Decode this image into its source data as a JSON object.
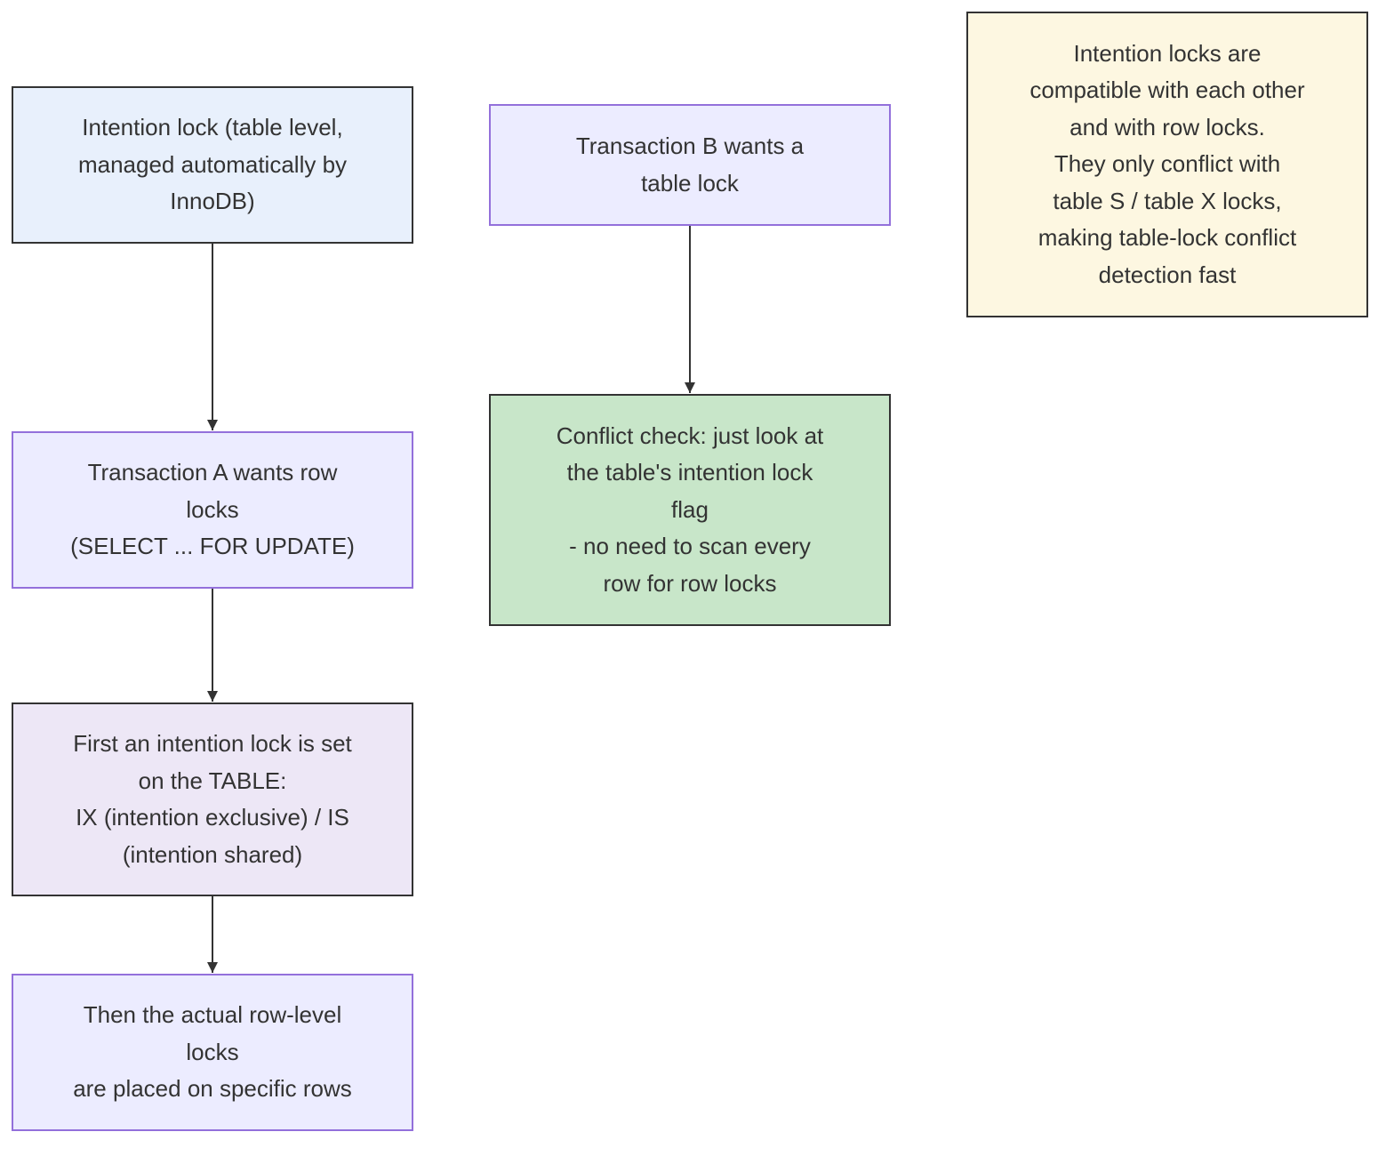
{
  "diagram": {
    "nodes": [
      {
        "id": "intention-lock",
        "lines": [
          "Intention lock (table level,",
          "managed automatically by",
          "InnoDB)"
        ],
        "fill": "#e8f0fc",
        "stroke": "#333333"
      },
      {
        "id": "transaction-a",
        "lines": [
          "Transaction A wants row",
          "locks",
          "(SELECT ... FOR UPDATE)"
        ],
        "fill": "#ececff",
        "stroke": "#9370db"
      },
      {
        "id": "intention-set",
        "lines": [
          "First an intention lock is set",
          "on the TABLE:",
          "IX (intention exclusive) / IS",
          "(intention shared)"
        ],
        "fill": "#ede7f6",
        "stroke": "#333333"
      },
      {
        "id": "row-locks",
        "lines": [
          "Then the actual row-level",
          "locks",
          "are placed on specific rows"
        ],
        "fill": "#ececff",
        "stroke": "#9370db"
      },
      {
        "id": "transaction-b",
        "lines": [
          "Transaction B wants a",
          "table lock"
        ],
        "fill": "#ececff",
        "stroke": "#9370db"
      },
      {
        "id": "conflict-check",
        "lines": [
          "Conflict check: just look at",
          "the table's intention lock",
          "flag",
          "- no need to scan every",
          "row for row locks"
        ],
        "fill": "#c8e6c9",
        "stroke": "#333333"
      },
      {
        "id": "compat-note",
        "lines": [
          "Intention locks are",
          "compatible with each other",
          "and with row locks.",
          "They only conflict with",
          "table S / table X locks,",
          "making table-lock conflict",
          "detection fast"
        ],
        "fill": "#fdf7e1",
        "stroke": "#333333"
      }
    ],
    "edges": [
      {
        "from": "intention-lock",
        "to": "transaction-a"
      },
      {
        "from": "transaction-a",
        "to": "intention-set"
      },
      {
        "from": "intention-set",
        "to": "row-locks"
      },
      {
        "from": "transaction-b",
        "to": "conflict-check"
      }
    ],
    "edge_color": "#333333"
  }
}
